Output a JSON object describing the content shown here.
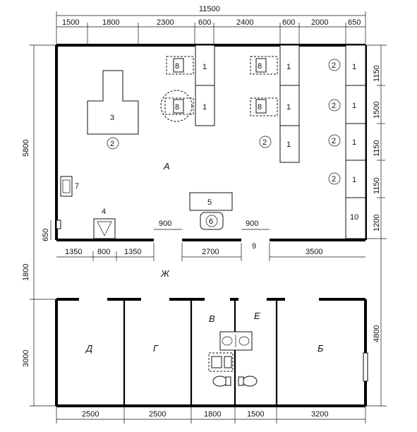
{
  "dimensions": {
    "total_width": "11500",
    "top": [
      "1500",
      "1800",
      "2300",
      "600",
      "2400",
      "600",
      "2000",
      "650"
    ],
    "right_upper": [
      "1150",
      "1500",
      "1150",
      "1150",
      "1200"
    ],
    "left_height": "5800",
    "left_small": "650",
    "wall_lower_left": [
      "1350",
      "800",
      "1350"
    ],
    "door_left": "900",
    "door_right": "900",
    "wall_mid": "2700",
    "wall_right": "3500",
    "corridor": "1800",
    "lower_height": "3000",
    "right_lower": "4800",
    "bottom": [
      "2500",
      "2500",
      "1800",
      "1500",
      "3200"
    ]
  },
  "rooms": {
    "main": "А",
    "corridor": "Ж",
    "d": "Д",
    "g": "Г",
    "v": "В",
    "e": "Е",
    "b": "Б"
  },
  "equipment": {
    "n1": "1",
    "n2": "2",
    "n3": "3",
    "n4": "4",
    "n5": "5",
    "n6": "6",
    "n7": "7",
    "n8": "8",
    "n9": "9",
    "n10": "10"
  }
}
